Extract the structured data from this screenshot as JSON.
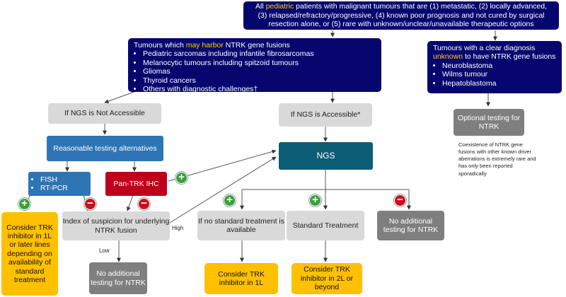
{
  "top_box": {
    "pre": "All ",
    "highlight": "pediatric",
    "post": " patients with malignant tumours that are (1) metastatic, (2) locally advanced, (3) relapsed/refractory/progressive, (4) known poor prognosis and not cured by surgical resection alone, or (5) rare with unknown/unclear/unavailable therapeutic options"
  },
  "harbor_box": {
    "pre": "Tumours which ",
    "highlight": "may harbor",
    "post": " NTRK gene fusions",
    "items": [
      "Pediatric sarcomas including infantile fibrosarcomas",
      "Melanocytic tumours including spitzoid tumours",
      "Gliomas",
      "Thyroid cancers",
      "Others with diagnostic challenges†"
    ]
  },
  "unknown_box": {
    "pre": "Tumours with a clear diagnosis ",
    "highlight": "unknown",
    "post": " to have NTRK gene fusions",
    "items": [
      "Neuroblastoma",
      "Wilms tumour",
      "Hepatoblastoma"
    ]
  },
  "ngs_not_accessible": "If NGS is Not Accessible",
  "ngs_accessible": "If NGS is Accessible*",
  "optional_testing": "Optional testing for NTRK",
  "coexistence_note": "Coexistence of NTRK gene fusions with other known driver aberrations is extremely rare and has only been reported sporadically",
  "reasonable_alternatives": "Reasonable testing alternatives",
  "ngs": "NGS",
  "fish_items": [
    "FISH",
    "RT-PCR"
  ],
  "pan_trk": "Pan-TRK IHC",
  "consider_left": "Consider TRK inhibitor in 1L or later lines depending on availability of standard treatment",
  "index_suspicion": "Index of suspicion for underlying NTRK fusion",
  "label_high": "High",
  "label_low": "Low",
  "no_additional_left": "No additional testing for NTRK",
  "no_standard": "If no standard treatment is available",
  "standard_treatment": "Standard Treatment",
  "no_additional_right": "No additional testing for NTRK",
  "consider_1l": "Consider TRK inhibitor in 1L",
  "consider_2l": "Consider TRK inhibitor in 2L or beyond",
  "signs": {
    "plus": "+",
    "minus": "−"
  },
  "colors": {
    "navy": "#06066e",
    "highlight": "#ffd200",
    "teal": "#0d5c75",
    "blue": "#2e75b6",
    "red": "#c0001a",
    "yellow": "#ffc000",
    "gray": "#d9d9d9",
    "dark_gray": "#7f7f7f",
    "plus_green": "#37a13b",
    "minus_red": "#c8101e"
  }
}
